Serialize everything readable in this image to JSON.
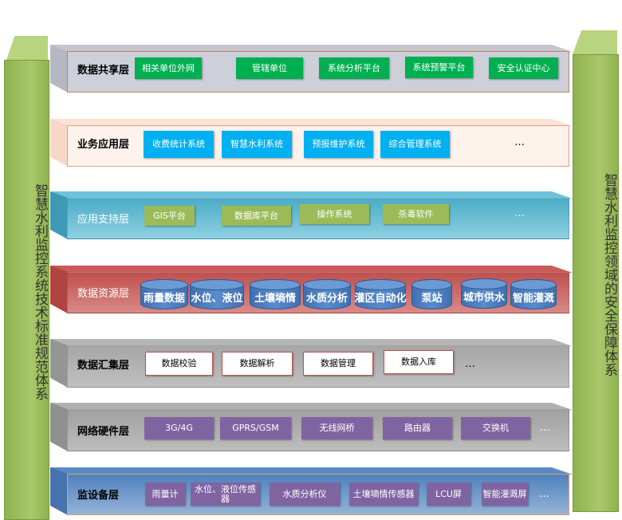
{
  "left_pillar": "智慧水利监控系统技术标准规范体系",
  "right_pillar": "智慧水利监控领域的安全保障体系",
  "layers": [
    {
      "name": "数据共享层",
      "items": [
        "相关单位外网",
        "管辖单位",
        "系统分析平台",
        "系统预警平台",
        "安全认证中心"
      ]
    },
    {
      "name": "业务应用层",
      "items": [
        "收费统计系统",
        "智慧水利系统",
        "预报维护系统",
        "综合管理系统"
      ],
      "more": "…"
    },
    {
      "name": "应用支持层",
      "items": [
        "GIS平台",
        "数据库平台",
        "操作系统",
        "杀毒软件"
      ],
      "more": "…"
    },
    {
      "name": "数据资源层",
      "items": [
        "雨量数据",
        "水位、液位",
        "土壤墒情",
        "水质分析",
        "灌区自动化",
        "泵站",
        "城市供水",
        "智能灌溉"
      ]
    },
    {
      "name": "数据汇集层",
      "items": [
        "数据校验",
        "数据解析",
        "数据管理",
        "数据入库"
      ],
      "more": "…"
    },
    {
      "name": "网络硬件层",
      "items": [
        "3G/4G",
        "GPRS/GSM",
        "无线网桥",
        "路由器",
        "交换机"
      ],
      "more": "…"
    },
    {
      "name": "监设备层",
      "items": [
        "雨量计",
        "水位、液位传感器",
        "水质分析仪",
        "土壤墒情传感器",
        "LCU屏",
        "智能灌溉屏"
      ],
      "more": "…"
    }
  ]
}
